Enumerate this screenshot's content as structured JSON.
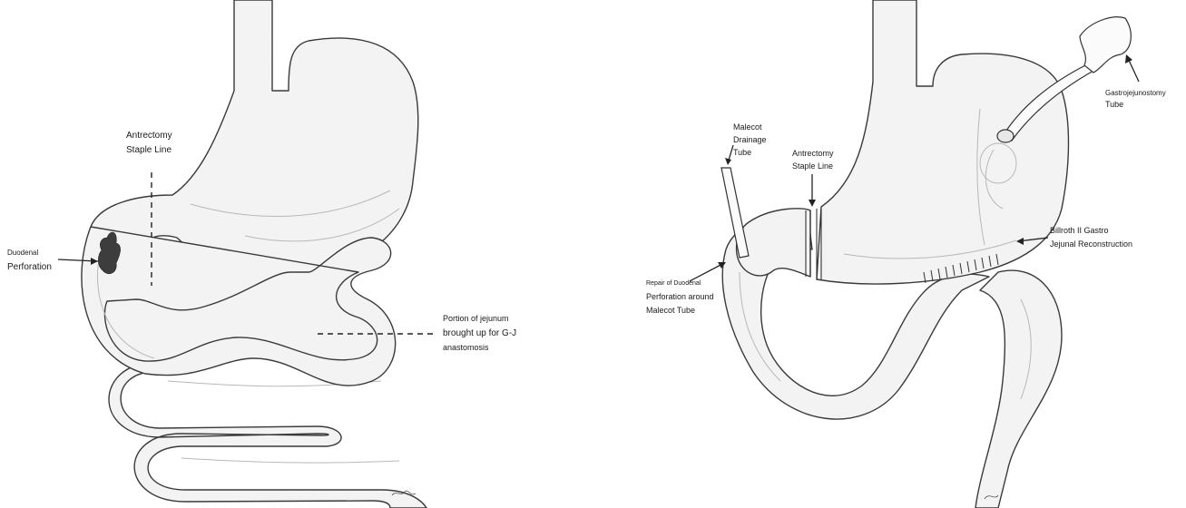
{
  "left_panel": {
    "antrectomy_label": [
      "Antrectomy",
      "Staple Line"
    ],
    "duodenal_label": [
      "Duodenal",
      "Perforation"
    ],
    "jejunum_label": [
      "Portion of jejunum",
      "brought up for G-J",
      "anastomosis"
    ]
  },
  "right_panel": {
    "malecot_drainage_label": [
      "Malecot",
      "Drainage",
      "Tube"
    ],
    "antrectomy_label": [
      "Antrectomy",
      "Staple Line"
    ],
    "gastrojejunostomy_label": [
      "Gastrojejunostomy",
      "Tube"
    ],
    "billroth_label": [
      "Billroth II Gastro",
      "Jejunal Reconstruction"
    ],
    "repair_label": [
      "Repair of Duodenal",
      "Perforation around",
      "Malecot Tube"
    ]
  },
  "colors": {
    "line": "#3a3a3a",
    "fill": "#f3f3f3",
    "perforation": "#3d3d3d"
  }
}
